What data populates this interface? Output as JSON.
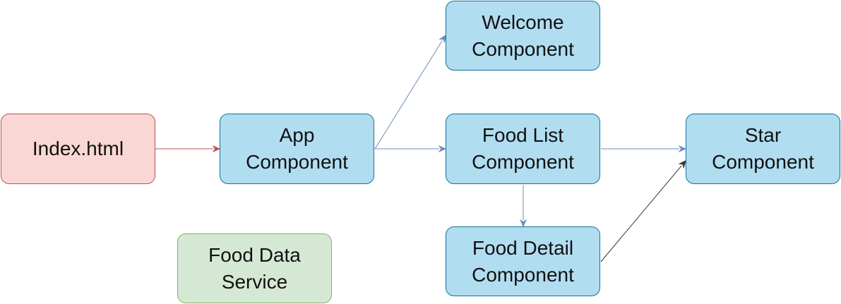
{
  "colors": {
    "index_fill": "#f9d7d4",
    "index_stroke": "#b85450",
    "component_fill": "#b1ddf0",
    "component_stroke": "#10739e",
    "service_fill": "#d5e8d4",
    "service_stroke": "#82b366",
    "edge_blue": "#6c8ebf",
    "edge_red": "#b85450",
    "edge_dark": "#333333"
  },
  "nodes": {
    "index": {
      "line1": "Index.html"
    },
    "app": {
      "line1": "App",
      "line2": "Component"
    },
    "welcome": {
      "line1": "Welcome",
      "line2": "Component"
    },
    "food_list": {
      "line1": "Food List",
      "line2": "Component"
    },
    "food_detail": {
      "line1": "Food Detail",
      "line2": "Component"
    },
    "star": {
      "line1": "Star",
      "line2": "Component"
    },
    "food_service": {
      "line1": "Food Data",
      "line2": "Service"
    }
  },
  "edges": [
    {
      "from": "index",
      "to": "app",
      "color": "edge_red"
    },
    {
      "from": "app",
      "to": "welcome",
      "color": "edge_blue"
    },
    {
      "from": "app",
      "to": "food_list",
      "color": "edge_blue"
    },
    {
      "from": "food_list",
      "to": "star",
      "color": "edge_blue"
    },
    {
      "from": "food_list",
      "to": "food_detail",
      "color": "edge_blue"
    },
    {
      "from": "food_detail",
      "to": "star",
      "color": "edge_dark"
    }
  ]
}
